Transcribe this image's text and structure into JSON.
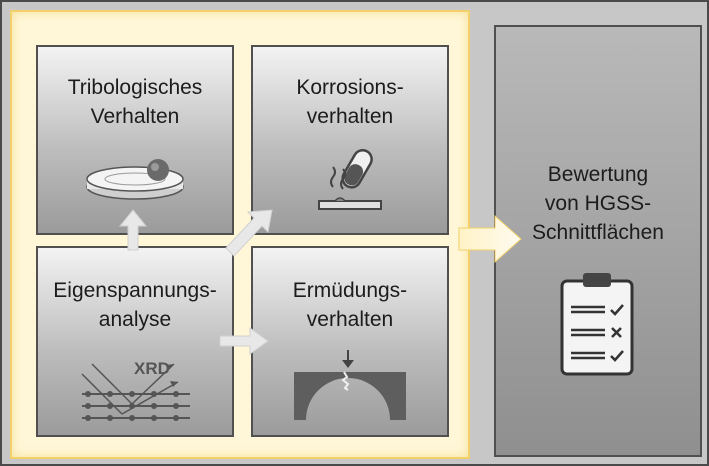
{
  "boxes": {
    "tribologisch": {
      "line1": "Tribologisches",
      "line2": "Verhalten"
    },
    "korrosion": {
      "line1": "Korrosions-",
      "line2": "verhalten"
    },
    "eigenspannung": {
      "line1": "Eigenspannungs-",
      "line2": "analyse",
      "icon_text": "XRD"
    },
    "ermuedung": {
      "line1": "Ermüdungs-",
      "line2": "verhalten"
    },
    "bewertung": {
      "line1": "Bewertung",
      "line2": "von HGSS-",
      "line3": "Schnittflächen"
    }
  },
  "icons": [
    "pin-on-disc-icon",
    "test-tube-icon",
    "xrd-diffraction-icon",
    "fatigue-crack-icon",
    "checklist-clipboard-icon"
  ],
  "colors": {
    "highlight_fill": "#fff7d8",
    "highlight_border": "#f2d16a",
    "box_border": "#505050"
  }
}
